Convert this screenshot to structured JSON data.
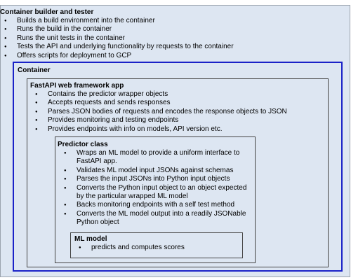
{
  "builder": {
    "title": "Container builder and tester",
    "items": [
      "Builds a build environment into the container",
      "Runs the build in the container",
      "Runs the unit tests in the container",
      "Tests the API and underlying functionality by requests to the container",
      "Offers scripts for deployment to GCP"
    ]
  },
  "container": {
    "title": "Container"
  },
  "fastapi": {
    "title": "FastAPI web framework app",
    "items": [
      "Contains the predictor wrapper objects",
      "Accepts requests and sends responses",
      "Parses JSON bodies of requests and encodes the response objects to JSON",
      "Provides monitoring and testing endpoints",
      "Provides endpoints with info on models, API version etc."
    ]
  },
  "predictor": {
    "title": "Predictor class",
    "items": [
      "Wraps an ML model to provide a uniform interface to FastAPI app.",
      "Validates ML model input JSONs against schemas",
      "Parses the input JSONs into Python input objects",
      "Converts the Python input object to an object expected by the particular wrapped ML model",
      "Backs monitoring endpoints with a self test method",
      "Converts the ML model output into a readily JSONable Python object"
    ]
  },
  "ml_model": {
    "title": "ML model",
    "items": [
      "predicts and computes scores"
    ]
  }
}
